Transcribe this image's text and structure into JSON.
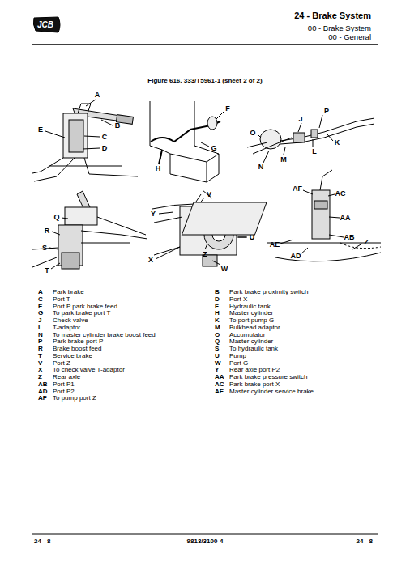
{
  "diagram": {
    "title": "24 - Brake System",
    "caption": "Figure 616. 333/T5961-1 (sheet 2 of 2)",
    "labels": [
      "JCB",
      "00 - Brake System",
      "00 - General",
      "A",
      "B",
      "E",
      "C",
      "D",
      "F",
      "G",
      "H",
      "P",
      "J",
      "O",
      "L",
      "K",
      "N",
      "M",
      "Q",
      "R",
      "S",
      "T",
      "V",
      "Y",
      "U",
      "X",
      "Z",
      "W",
      "AF",
      "AC",
      "AA",
      "AB",
      "Z",
      "AE",
      "AD",
      "A",
      "Park brake",
      "B",
      "Park brake proximity switch",
      "C",
      "Port T",
      "D",
      "Port X",
      "E",
      "Port P park brake feed",
      "F",
      "Hydraulic tank",
      "G",
      "To park brake port T",
      "H",
      "Master cylinder",
      "J",
      "Check valve",
      "K",
      "To port pump G",
      "L",
      "T-adaptor",
      "M",
      "Bulkhead adaptor",
      "N",
      "To master cylinder brake boost feed",
      "O",
      "Accumulator",
      "P",
      "Park brake port P",
      "Q",
      "Master cylinder",
      "R",
      "Brake boost feed",
      "S",
      "To hydraulic tank",
      "T",
      "Service brake",
      "U",
      "Pump",
      "V",
      "Port Z",
      "W",
      "Port G",
      "X",
      "To check valve T-adaptor",
      "Y",
      "Rear axle port P2",
      "Z",
      "Rear axle",
      "AA",
      "Park brake pressure switch",
      "AB",
      "Port P1",
      "AC",
      "Park brake port X",
      "AD",
      "Port P2",
      "AE",
      "Master cylinder service brake",
      "AF",
      "To pump port Z",
      "24 - 8",
      "9813/3100-4",
      "24 - 8"
    ]
  }
}
